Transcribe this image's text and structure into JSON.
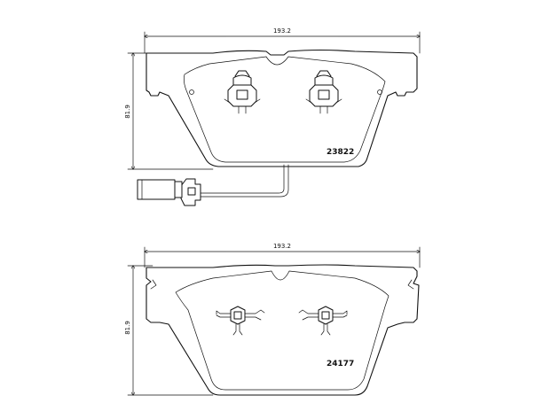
{
  "pads": [
    {
      "width_label": "193.2",
      "height_label": "81.9",
      "part_number": "23822",
      "has_wear_sensor": true
    },
    {
      "width_label": "193.2",
      "height_label": "81.9",
      "part_number": "24177",
      "has_wear_sensor": false
    }
  ]
}
